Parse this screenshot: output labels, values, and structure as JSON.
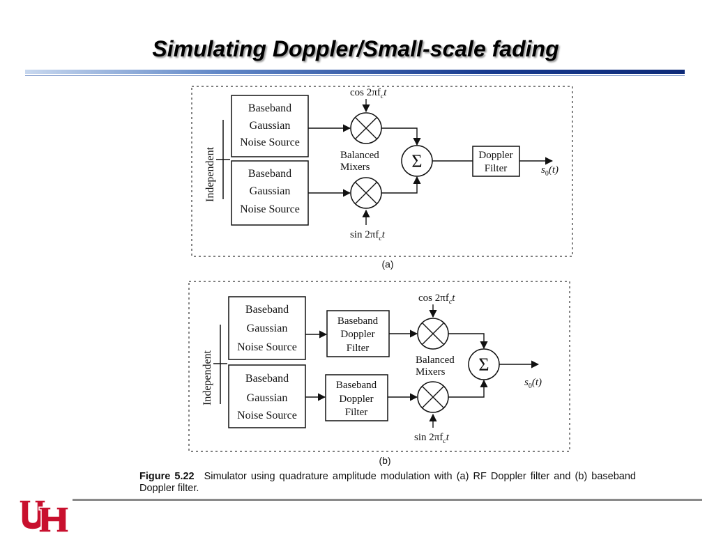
{
  "slide": {
    "title": "Simulating Doppler/Small-scale fading"
  },
  "diagram_a": {
    "side_label": "Independent",
    "source_lines": [
      "Baseband",
      "Gaussian",
      "Noise Source"
    ],
    "cos_label": "cos 2πf",
    "sin_label": "sin 2πf",
    "sub_c": "c",
    "t_var": "t",
    "mixer_label_lines": [
      "Balanced",
      "Mixers"
    ],
    "sum_symbol": "Σ",
    "filter_lines": [
      "Doppler",
      "Filter"
    ],
    "output_label": "s",
    "output_sub": "0",
    "output_arg": "(t)",
    "panel_label": "(a)"
  },
  "diagram_b": {
    "side_label": "Independent",
    "source_lines": [
      "Baseband",
      "Gaussian",
      "Noise Source"
    ],
    "filter_lines": [
      "Baseband",
      "Doppler",
      "Filter"
    ],
    "cos_label": "cos 2πf",
    "sin_label": "sin 2πf",
    "sub_c": "c",
    "t_var": "t",
    "mixer_label_lines": [
      "Balanced",
      "Mixers"
    ],
    "sum_symbol": "Σ",
    "output_label": "s",
    "output_sub": "0",
    "output_arg": "(t)",
    "panel_label": "(b)"
  },
  "caption": {
    "figure": "Figure 5.22",
    "text": "Simulator using quadrature amplitude modulation with (a) RF Doppler filter and (b) baseband Doppler filter."
  },
  "logo": {
    "icon": "uh-logo",
    "text": "UH",
    "color": "#c8102e"
  },
  "colors": {
    "title_rule": "#173a8f",
    "footer_rule": "#8a8a8a"
  }
}
